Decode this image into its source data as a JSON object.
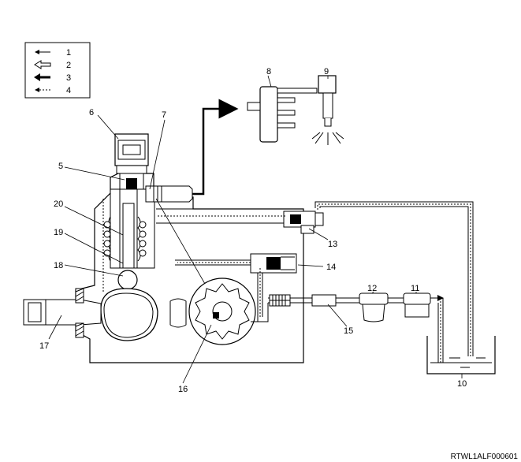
{
  "legend": {
    "items": [
      {
        "number": "1",
        "arrow_style": "thin-solid-arrow"
      },
      {
        "number": "2",
        "arrow_style": "hollow-arrow"
      },
      {
        "number": "3",
        "arrow_style": "bold-solid-arrow"
      },
      {
        "number": "4",
        "arrow_style": "dashed-arrow"
      }
    ]
  },
  "callouts": {
    "c5": "5",
    "c6": "6",
    "c7": "7",
    "c8": "8",
    "c9": "9",
    "c10": "10",
    "c11": "11",
    "c12": "12",
    "c13": "13",
    "c14": "14",
    "c15": "15",
    "c16": "16",
    "c17": "17",
    "c18": "18",
    "c19": "19",
    "c20": "20"
  },
  "reference_code": "RTWL1ALF000601",
  "colors": {
    "line": "#000000",
    "body_fill": "#ffffff",
    "shade": "#d9d9d9"
  }
}
